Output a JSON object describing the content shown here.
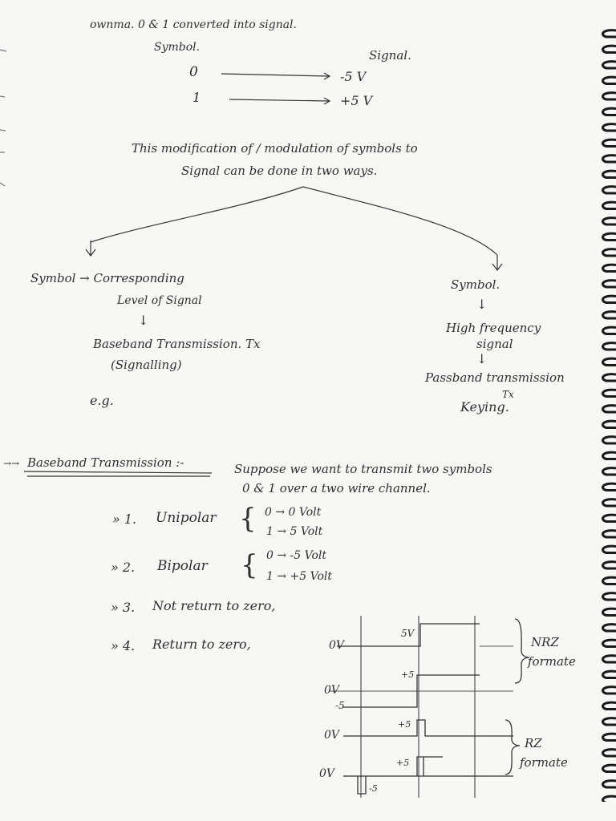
{
  "top": {
    "heading": "ownma. 0 & 1 converted into signal.",
    "col_symbol": "Symbol.",
    "col_signal": "Signal.",
    "rows": [
      {
        "symbol": "0",
        "signal": "-5 V"
      },
      {
        "symbol": "1",
        "signal": "+5 V"
      }
    ]
  },
  "modulation": {
    "line1": "This modification of / modulation of symbols to",
    "line2": "Signal can be done in two ways."
  },
  "left_branch": {
    "line1": "Symbol → Corresponding",
    "line2": "Level of Signal",
    "arrow": "↓",
    "result": "Baseband Transmission. Tx",
    "result_sub": "(Signalling)",
    "eg": "e.g."
  },
  "right_branch": {
    "symbol": "Symbol.",
    "arrow1": "↓",
    "line1": "High frequency",
    "line2": "signal",
    "arrow2": "↓",
    "result": "Passband transmission",
    "tx": "Tx",
    "keying": "Keying."
  },
  "baseband": {
    "marker": "→→",
    "title": "Baseband Transmission :-",
    "desc1": "Suppose we want to transmit two symbols",
    "desc2": "0 & 1 over a two wire channel.",
    "items": [
      {
        "num": "» 1.",
        "label": "Unipolar",
        "brace": "{",
        "l1": "0 → 0 Volt",
        "l2": "1 → 5 Volt"
      },
      {
        "num": "» 2.",
        "label": "Bipolar",
        "brace": "{",
        "l1": "0 → -5 Volt",
        "l2": "1 → +5 Volt"
      },
      {
        "num": "» 3.",
        "label": "Not return to zero,"
      },
      {
        "num": "» 4.",
        "label": "Return to zero,"
      }
    ]
  },
  "waveform": {
    "labels": {
      "ov1": "0V",
      "v5": "5V",
      "ov2": "0V",
      "p5a": "+5",
      "m5a": "-5",
      "ov3": "0V",
      "p5b": "+5",
      "ov4": "0V",
      "p5c": "+5",
      "m5b": "-5"
    },
    "nrz_line1": "NRZ",
    "nrz_line2": "formate",
    "rz_line1": "RZ",
    "rz_line2": "formate"
  }
}
